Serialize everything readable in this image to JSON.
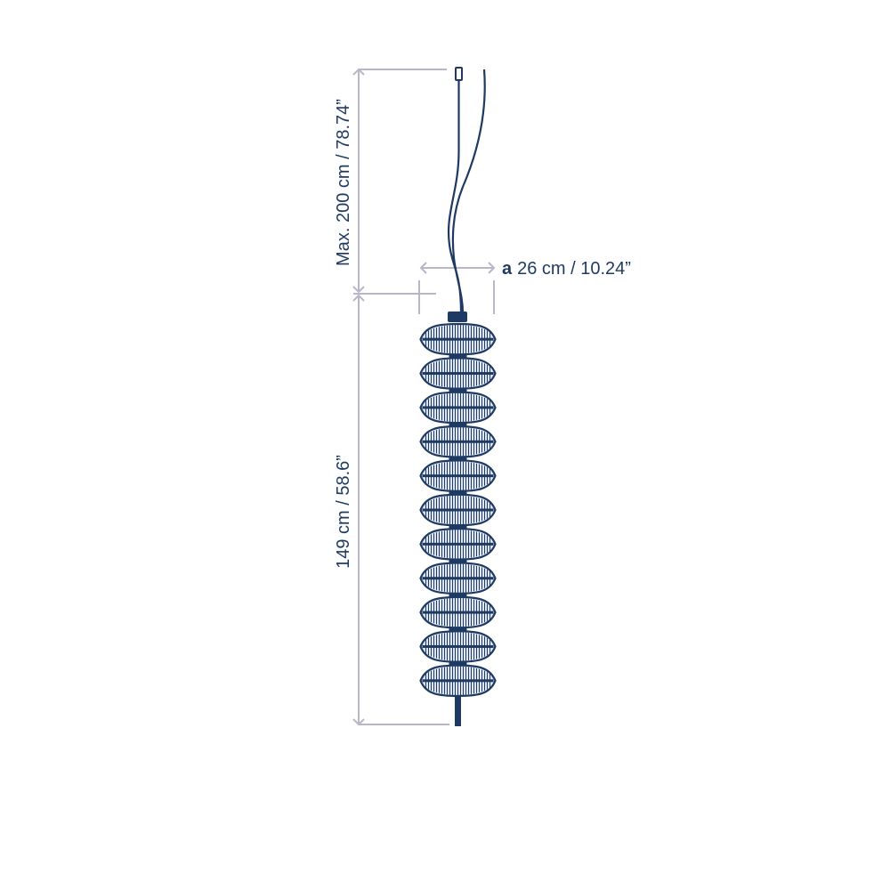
{
  "dimensions": {
    "height_max": "Max. 200 cm / 78.74”",
    "height_body": "149 cm / 58.6”",
    "diameter_prefix": "a",
    "diameter_value": "26 cm / 10.24”"
  },
  "lamp": {
    "disc_count": 11
  },
  "colors": {
    "line": "#1e3a62",
    "dimension": "#b9b6c9",
    "text": "#1f3a5f"
  }
}
